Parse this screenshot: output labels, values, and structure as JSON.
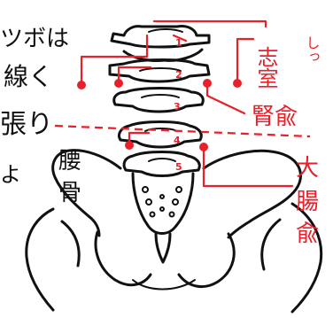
{
  "left_note": {
    "line1": "ツボは",
    "line2": "線く",
    "line3": "張り",
    "line4": "よ"
  },
  "labels": {
    "shishitsu": "志室",
    "shishitsu_ruby": "しっ",
    "jinyu": "腎兪",
    "daichoyu_1": "大",
    "daichoyu_2": "腸",
    "daichoyu_3": "兪",
    "yokotsu_1": "腰",
    "yokotsu_2": "骨"
  },
  "vertebra_numbers": [
    "1",
    "2",
    "3",
    "4",
    "5"
  ],
  "colors": {
    "ink": "#111111",
    "acupoint_red": "#e8202a"
  }
}
